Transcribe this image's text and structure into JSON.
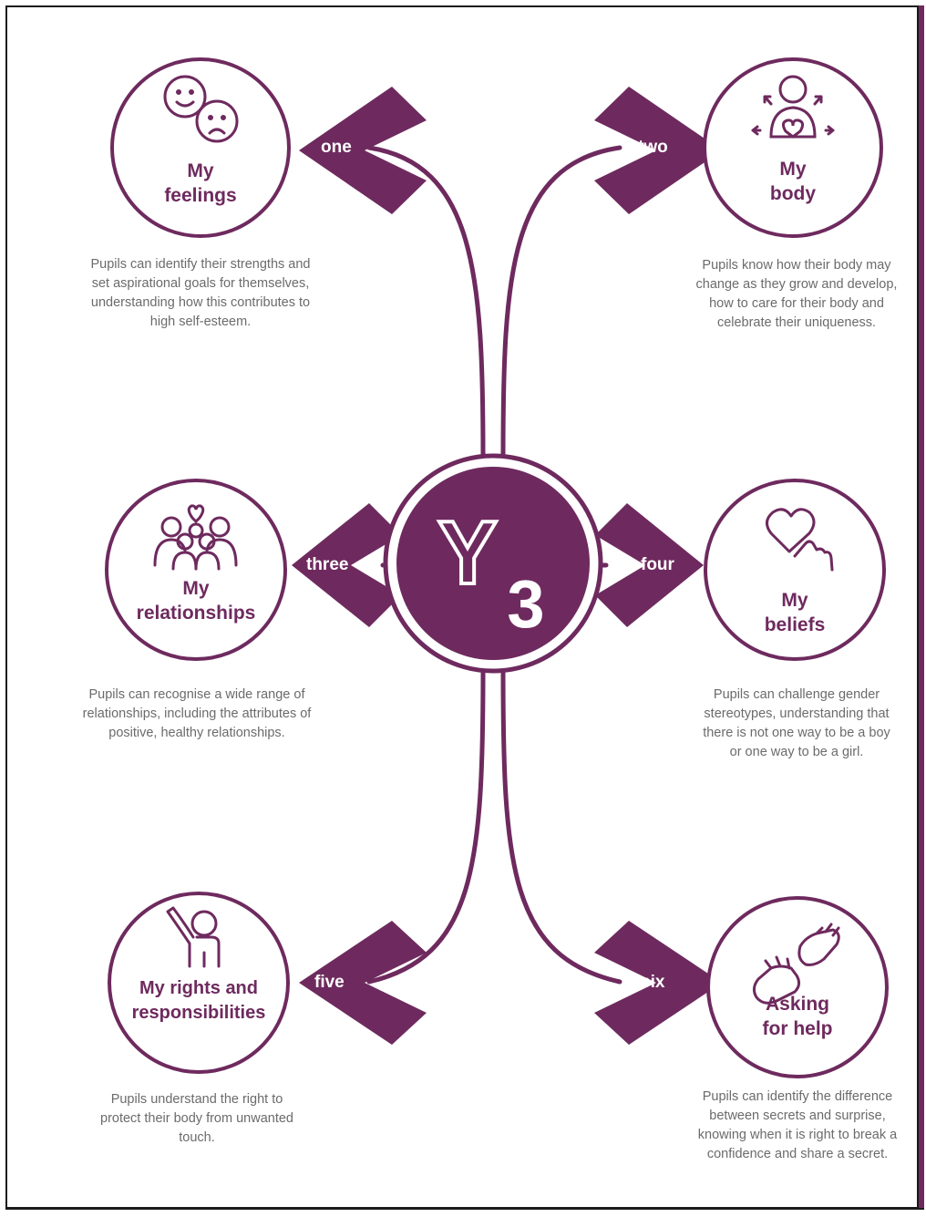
{
  "center": {
    "letter": "Y",
    "number": "3"
  },
  "colors": {
    "brand": "#6e2a5e",
    "text": "#6b6b6b",
    "background": "#ffffff"
  },
  "topics": [
    {
      "tag": "one",
      "title_line1": "My",
      "title_line2": "feelings",
      "icon": "happy-sad-faces-icon",
      "description": "Pupils can identify their strengths and set aspirational goals for themselves, understanding how this contributes to high self-esteem."
    },
    {
      "tag": "two",
      "title_line1": "My",
      "title_line2": "body",
      "icon": "person-heart-arrows-icon",
      "description": "Pupils know how their body may change as they grow and develop, how to care for their body and celebrate their uniqueness."
    },
    {
      "tag": "three",
      "title_line1": "My",
      "title_line2": "relationships",
      "icon": "group-heart-icon",
      "description": "Pupils can recognise a wide range of relationships, including the attributes of positive, healthy relationships."
    },
    {
      "tag": "four",
      "title_line1": "My",
      "title_line2": "beliefs",
      "icon": "hand-heart-icon",
      "description": "Pupils can challenge gender stereotypes, understanding that there is not one way to be a boy or one way to be a girl."
    },
    {
      "tag": "five",
      "title_line1": "My rights and",
      "title_line2": "responsibilities",
      "icon": "person-raised-hand-icon",
      "description": "Pupils understand the right to protect their body from unwanted touch."
    },
    {
      "tag": "six",
      "title_line1": "Asking",
      "title_line2": "for help",
      "icon": "helping-hands-icon",
      "description": "Pupils can identify the difference between secrets and surprise, knowing when it is right to break a confidence and share a secret."
    }
  ]
}
